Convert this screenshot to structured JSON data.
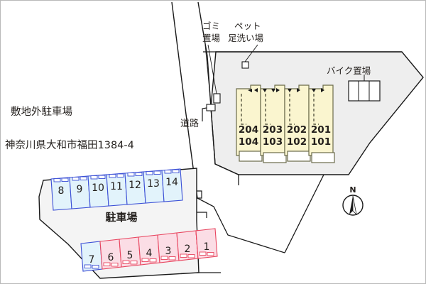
{
  "site": {
    "background_color": "#ffffff",
    "site_fill": "#eeeeee",
    "site_stroke": "#1a1a1a",
    "building_fill": "#faf5cf",
    "building_stroke": "#6b6b4a",
    "blue_stall_fill": "#e2f3fb",
    "blue_stall_stroke": "#3b4fd6",
    "pink_stall_fill": "#fbdde5",
    "pink_stall_stroke": "#e8455f",
    "text_color": "#231f1c"
  },
  "labels": {
    "offsite_parking_title": "敷地外駐車場",
    "offsite_parking_address": "神奈川県大和市福田1384-4",
    "road": "道路",
    "parking_lot": "駐車場",
    "garbage_area": "ゴミ\n置場",
    "garbage_area_line1": "ゴミ",
    "garbage_area_line2": "置場",
    "pet_wash_line1": "ペット",
    "pet_wash_line2": "足洗い場",
    "bike_parking": "バイク置場",
    "north": "N"
  },
  "building": {
    "units": [
      {
        "upper": "204",
        "lower": "104"
      },
      {
        "upper": "203",
        "lower": "103"
      },
      {
        "upper": "202",
        "lower": "102"
      },
      {
        "upper": "201",
        "lower": "101"
      }
    ]
  },
  "parking": {
    "top_row": [
      {
        "number": "8",
        "color": "blue"
      },
      {
        "number": "9",
        "color": "blue"
      },
      {
        "number": "10",
        "color": "blue"
      },
      {
        "number": "11",
        "color": "blue"
      },
      {
        "number": "12",
        "color": "blue"
      },
      {
        "number": "13",
        "color": "blue"
      },
      {
        "number": "14",
        "color": "blue"
      }
    ],
    "bottom_row": [
      {
        "number": "7",
        "color": "blue"
      },
      {
        "number": "6",
        "color": "pink"
      },
      {
        "number": "5",
        "color": "pink"
      },
      {
        "number": "4",
        "color": "pink"
      },
      {
        "number": "3",
        "color": "pink"
      },
      {
        "number": "2",
        "color": "pink"
      },
      {
        "number": "1",
        "color": "pink"
      }
    ]
  }
}
